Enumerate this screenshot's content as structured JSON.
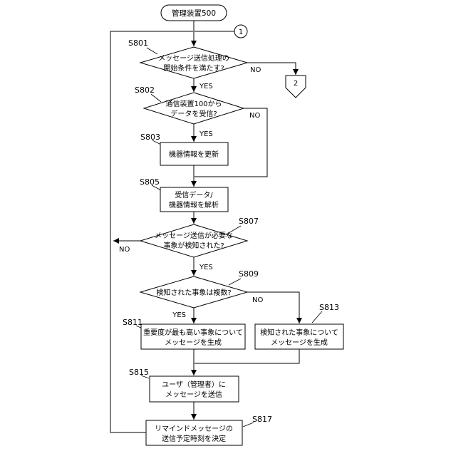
{
  "terminal": {
    "label": "管理装置500"
  },
  "connectors": {
    "c1": "1",
    "c2": "2"
  },
  "steps": {
    "s801": {
      "tag": "S801",
      "line1": "メッセージ送信処理の",
      "line2": "開始条件を満たす?"
    },
    "s802": {
      "tag": "S802",
      "line1": "通信装置100から",
      "line2": "データを受信?"
    },
    "s803": {
      "tag": "S803",
      "line1": "機器情報を更新"
    },
    "s805": {
      "tag": "S805",
      "line1": "受信データ/",
      "line2": "機器情報を解析"
    },
    "s807": {
      "tag": "S807",
      "line1": "メッセージ送信が必要な",
      "line2": "事象が検知された?"
    },
    "s809": {
      "tag": "S809",
      "line1": "検知された事象は複数?"
    },
    "s811": {
      "tag": "S811",
      "line1": "重要度が最も高い事象について",
      "line2": "メッセージを生成"
    },
    "s813": {
      "tag": "S813",
      "line1": "検知された事象について",
      "line2": "メッセージを生成"
    },
    "s815": {
      "tag": "S815",
      "line1": "ユーザ（管理者）に",
      "line2": "メッセージを送信"
    },
    "s817": {
      "tag": "S817",
      "line1": "リマインドメッセージの",
      "line2": "送信予定時刻を決定"
    }
  },
  "branches": {
    "yes": "YES",
    "no": "NO"
  },
  "colors": {
    "stroke": "#000000",
    "fill": "#ffffff"
  }
}
